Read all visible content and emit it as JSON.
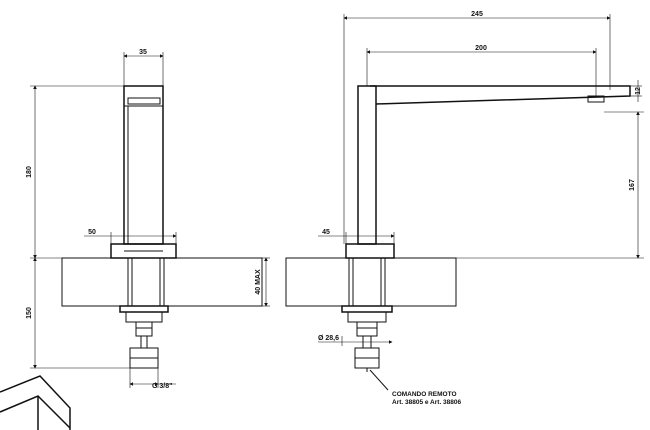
{
  "dimensions": {
    "top_width_left": "35",
    "height_left": "180",
    "base_left": "50",
    "below_left": "150",
    "counter_max": "40 MAX",
    "thread_left": "G 3/8\"",
    "overall_length": "245",
    "spout_reach": "200",
    "spout_height": "12",
    "spout_clearance": "167",
    "base_right": "45",
    "thread_right": "Ø 28,6"
  },
  "note": {
    "line1": "COMANDO REMOTO",
    "line2": "Art. 38805 e Art. 38806"
  }
}
